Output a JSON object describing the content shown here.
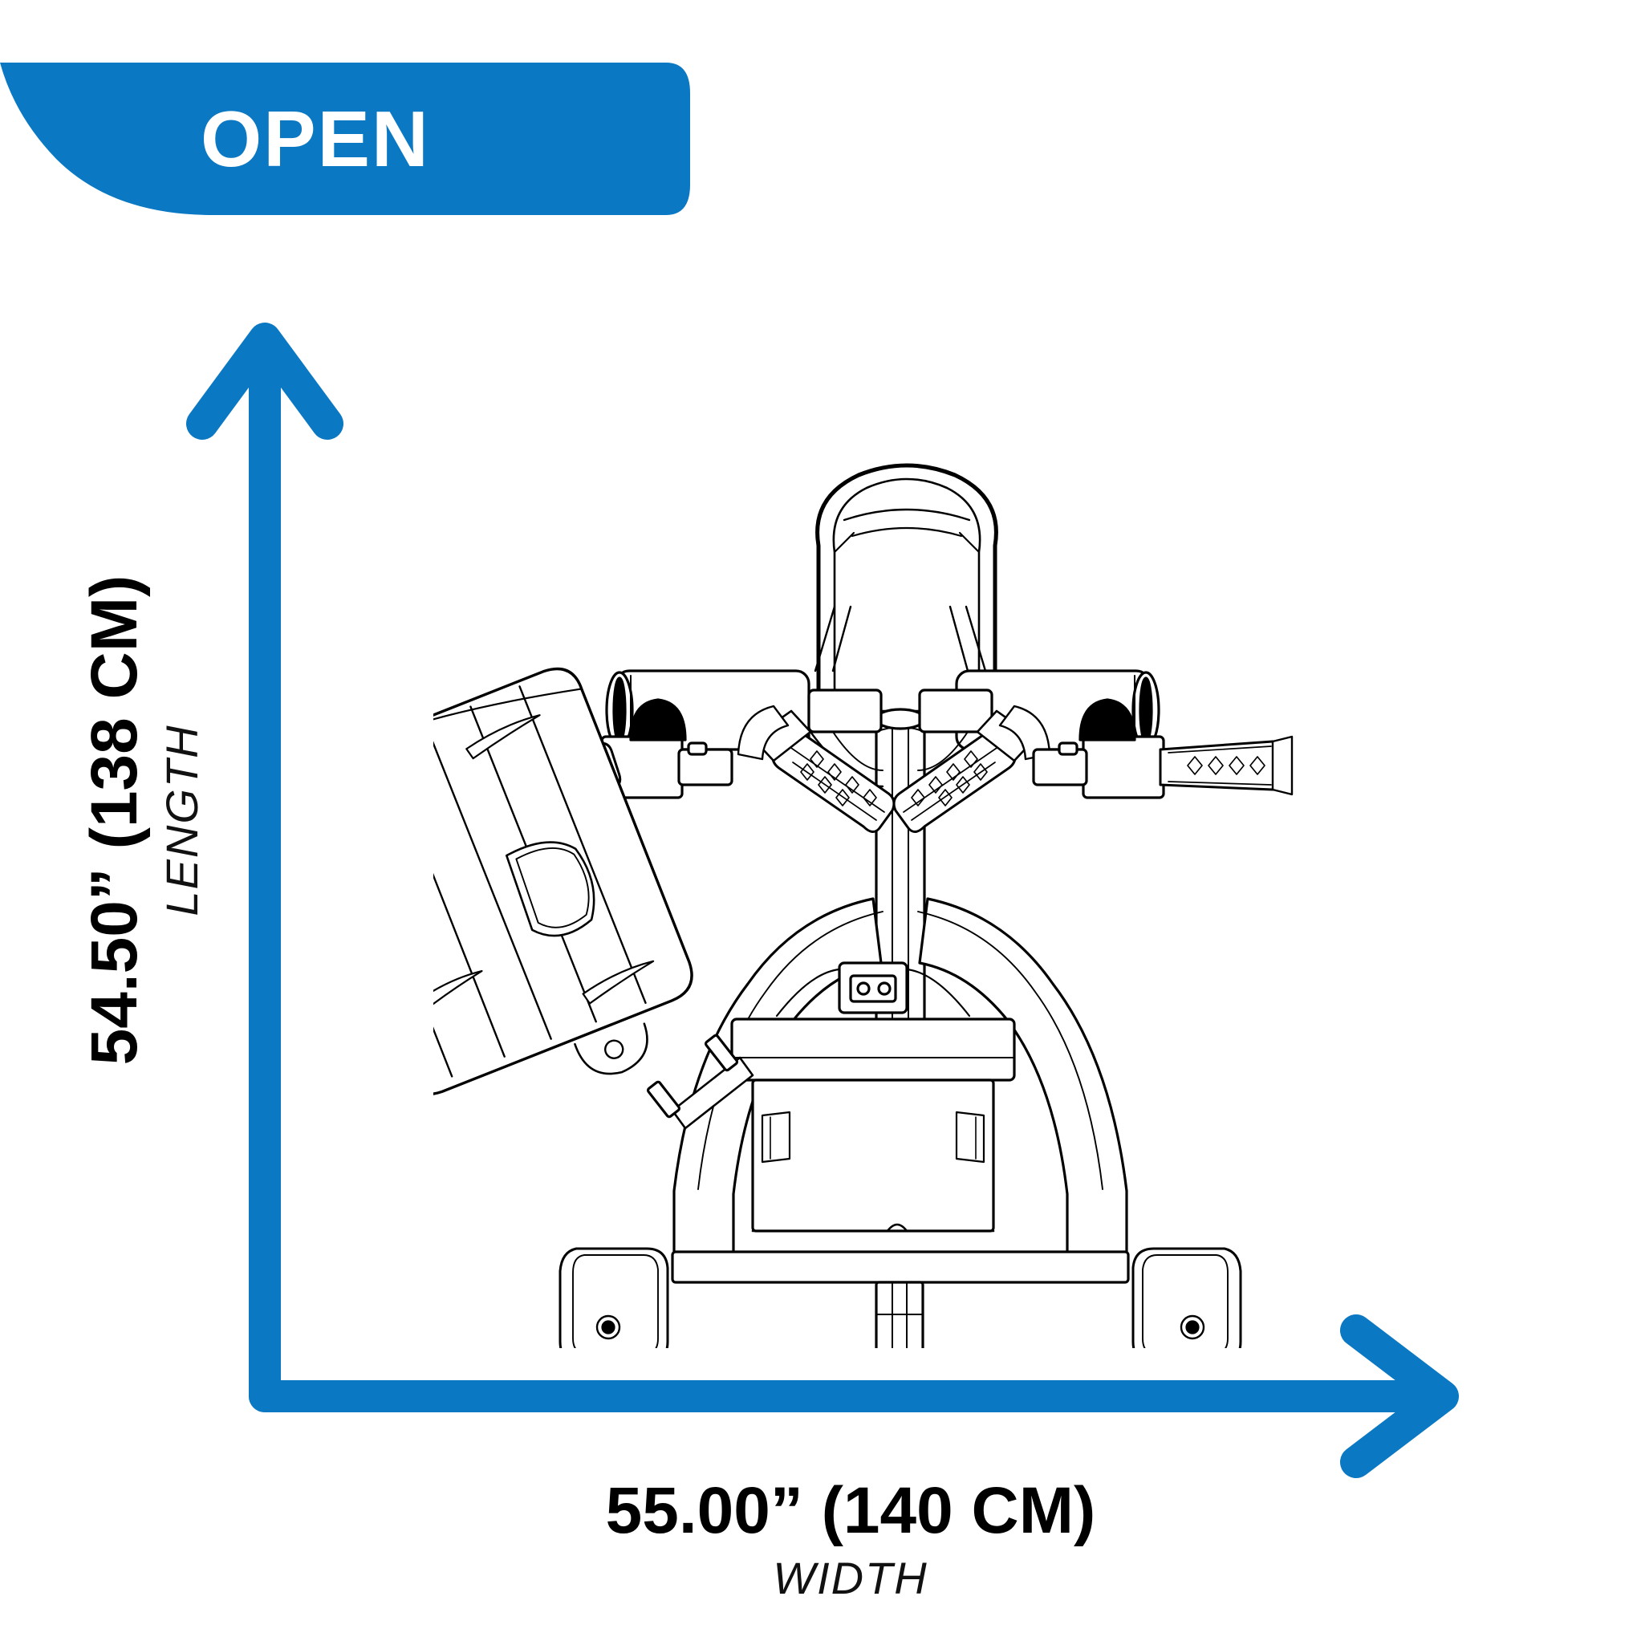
{
  "banner": {
    "label": "OPEN",
    "color": "#0A78C2",
    "text_color": "#FFFFFF"
  },
  "axes": {
    "color": "#0A78C2",
    "vertical_arrow_icon": "arrow-up-icon",
    "horizontal_arrow_icon": "arrow-right-icon"
  },
  "dimensions": {
    "length": {
      "value": "54.50” (138  CM)",
      "caption": "LENGTH"
    },
    "width": {
      "value": "55.00” (140 CM)",
      "caption": "WIDTH"
    }
  },
  "product": {
    "name": "folding-exercise-machine-top-view",
    "line_color": "#000000",
    "fill_color": "#FFFFFF",
    "accent_color": "#000000"
  }
}
